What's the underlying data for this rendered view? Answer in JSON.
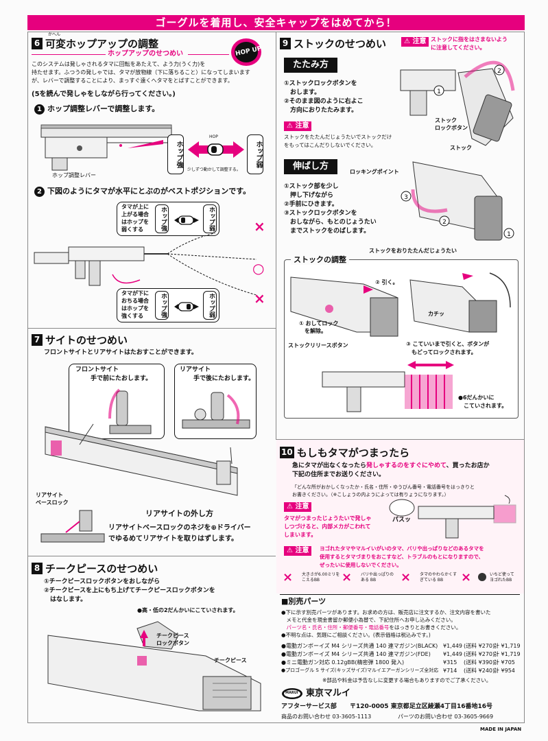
{
  "banner": "ゴーグルを着用し、安全キャップをはめてから！",
  "s6": {
    "num": "6",
    "ruby": "かへん",
    "title": "可変ホップアップの調整",
    "sub": "ホップアップのせつめい",
    "badge": "HOP UP",
    "body": [
      "このシステムは発しゃされるタマに回転をあたえて、よう力(うく力)を",
      "持たせます。ふつうの発しゃでは、タマが放物線（下に落ちること）になってしまいます",
      "が、レバーで調整することにより、まっすぐ遠くへタマをとばすことができます。"
    ],
    "note": "(5を読んで発しゃをしながら行ってください。)",
    "step1": "ホップ調整レバーで調整します。",
    "hop_strong": "ホップ強",
    "hop_weak": "ホップ弱",
    "hop_label": "HOP",
    "lever_caption": "少しずつ動かして調整する。",
    "lever_name": "ホップ調整レバー",
    "step2": "下図のようにタマが水平にとぶのがベストポジションです。",
    "case_up": "タマが上に\n上がる場合\nはホップを\n弱くする",
    "case_down": "タマが下に\nおちる場合\nはホップを\n強くする",
    "mark_x": "×",
    "mark_o": "○"
  },
  "s9": {
    "num": "9",
    "title": "ストックのせつめい",
    "caution_label": "注意",
    "caution_text": [
      "ストックに指をはさまないよう",
      "に注意してください。"
    ],
    "fold_title": "たたみ方",
    "fold_steps": [
      "①ストックロックボタンを",
      "　おします。",
      "②そのまま図のように右よこ",
      "　方向におりたたみます。"
    ],
    "fold_caution": [
      "ストックをたたんだじょうたいでストックだけ",
      "をもってはこんだりしないでください。"
    ],
    "lock_button": "ストック\nロックボタン",
    "stock": "ストック",
    "extend_title": "伸ばし方",
    "locking_point": "ロッキングポイント",
    "extend_steps": [
      "①ストック部を少し",
      "　押し下げながら",
      "②手前にひきます。",
      "③ストックロックボタンを",
      "　おしながら、もとのじょうたい",
      "　までストックをのばします。"
    ],
    "folded_state": "ストックをおりたたんだじょうたい",
    "adjust_title": "ストックの調整",
    "pull": "② 引く。",
    "push_release": "① おしてロック\n　を解除。",
    "release_button": "ストックリリースボタン",
    "click": "カチッ",
    "lock_text": [
      "③ こていいまで引くと、ボタンが",
      "　もどってロックされます。"
    ],
    "positions": [
      "●6だんかいに",
      "　こていされます。"
    ]
  },
  "s7": {
    "num": "7",
    "title": "サイトのせつめい",
    "lead": "フロントサイトとリアサイトはたおすことができます。",
    "front_title": "フロントサイト",
    "front_text": "手で前にたおします。",
    "rear_title": "リアサイト",
    "rear_text": "手で後にたおします。",
    "base_lock": "リアサイト\nベースロック",
    "removal_title": "リアサイトの外し方",
    "removal_text": [
      "リアサイトベースロックのネジを⊕ドライバー",
      "でゆるめてリアサイトを取りはずします。"
    ]
  },
  "s10": {
    "num": "10",
    "title": "もしもタマがつまったら",
    "text": [
      "急にタマが出なくなったら",
      "発しゃするのをすぐにやめて",
      "、買ったお店か",
      "下記の住所までお送りください。"
    ],
    "small": [
      "「どんな所がおかしくなったか・氏名・住所・ゆうびん番号・電話番号をはっきりと",
      "お書きください。（※こしょうの内ようによっては有りょうになります。）"
    ],
    "caution_label": "注意",
    "caution_text": [
      "タマがつまったじょうたいで発しゃ",
      "しつづけると、内部メカがこわれて",
      "しまいます。"
    ],
    "pasu": "パスッ",
    "caution2_text": [
      "ヨゴれたタマやマルイいがいのタマ、バリや出っぱりなどのあるタマを",
      "使用するとタマづまりをおこすなど、トラブルのもとになりますので、",
      "ぜったいに使用しないでください。"
    ],
    "bad_bbs": [
      "大きさが6.00ミリをこえるBB",
      "バリや出っぱりのある BB",
      "タマのやわらかくすぎている BB",
      "いちど使って\nヨゴれたBB"
    ]
  },
  "s8": {
    "num": "8",
    "title": "チークピースのせつめい",
    "steps": [
      "①チークピースロックボタンをおしながら",
      "②チークピースを上にもち上げてチークピースロックボタンを",
      "　はなします。"
    ],
    "heights": "●高・低の2だんかいにこていされます。",
    "lock_button": "チークピース\nロックボタン",
    "cheek": "チークピース"
  },
  "parts": {
    "title": "■別売パーツ",
    "intro": [
      "●下に示す別売パーツがあります。お求めの方は、販売店に注文するか、注文内容を書いた",
      "　メモと代金を現金書留か郵便小為替で、下記住所へお申し込みください。",
      "　パーツ名・氏名・住所・郵便番号・電話番号",
      "をはっきりとお書きください。",
      "●不明な点は、気軽にご相談ください。(表示価格は税込みです。)"
    ],
    "items": [
      {
        "name": "●電動ガンボーイズ M4 シリーズ共通 140 連マガジン(BLACK)",
        "price": "¥1,449",
        "ship": "(送料 ¥270)",
        "total": "計 ¥1,719"
      },
      {
        "name": "●電動ガンボーイズ M4 シリーズ共通 140 連マガジン(FDE)",
        "price": "¥1,449",
        "ship": "(送料 ¥270)",
        "total": "計 ¥1,719"
      },
      {
        "name": "●ミニ電動ガン対応 0.12gBB(精密弾 1800 発入)",
        "price": "¥315",
        "ship": "(送料 ¥390)",
        "total": "計 ¥705"
      },
      {
        "name": "●プロゴーグル S サイズ(キッズサイズ)マルイエアーガンシリーズ全対応",
        "price": "¥714",
        "ship": "(送料 ¥240)",
        "total": "計 ¥954"
      }
    ],
    "price_note": "※部品や料金は予告なしに変更する場合もありますのでご了承ください。"
  },
  "footer": {
    "logo_mark": "MARUI",
    "company": "東京マルイ",
    "dept": "アフターサービス部",
    "address": "〒120-0005 東京都足立区綾瀬4丁目16番地16号",
    "contact_product": "商品のお問い合わせ 03-3605-1113",
    "contact_parts": "パーツのお問い合わせ 03-3605-9669",
    "made": "MADE IN JAPAN"
  }
}
